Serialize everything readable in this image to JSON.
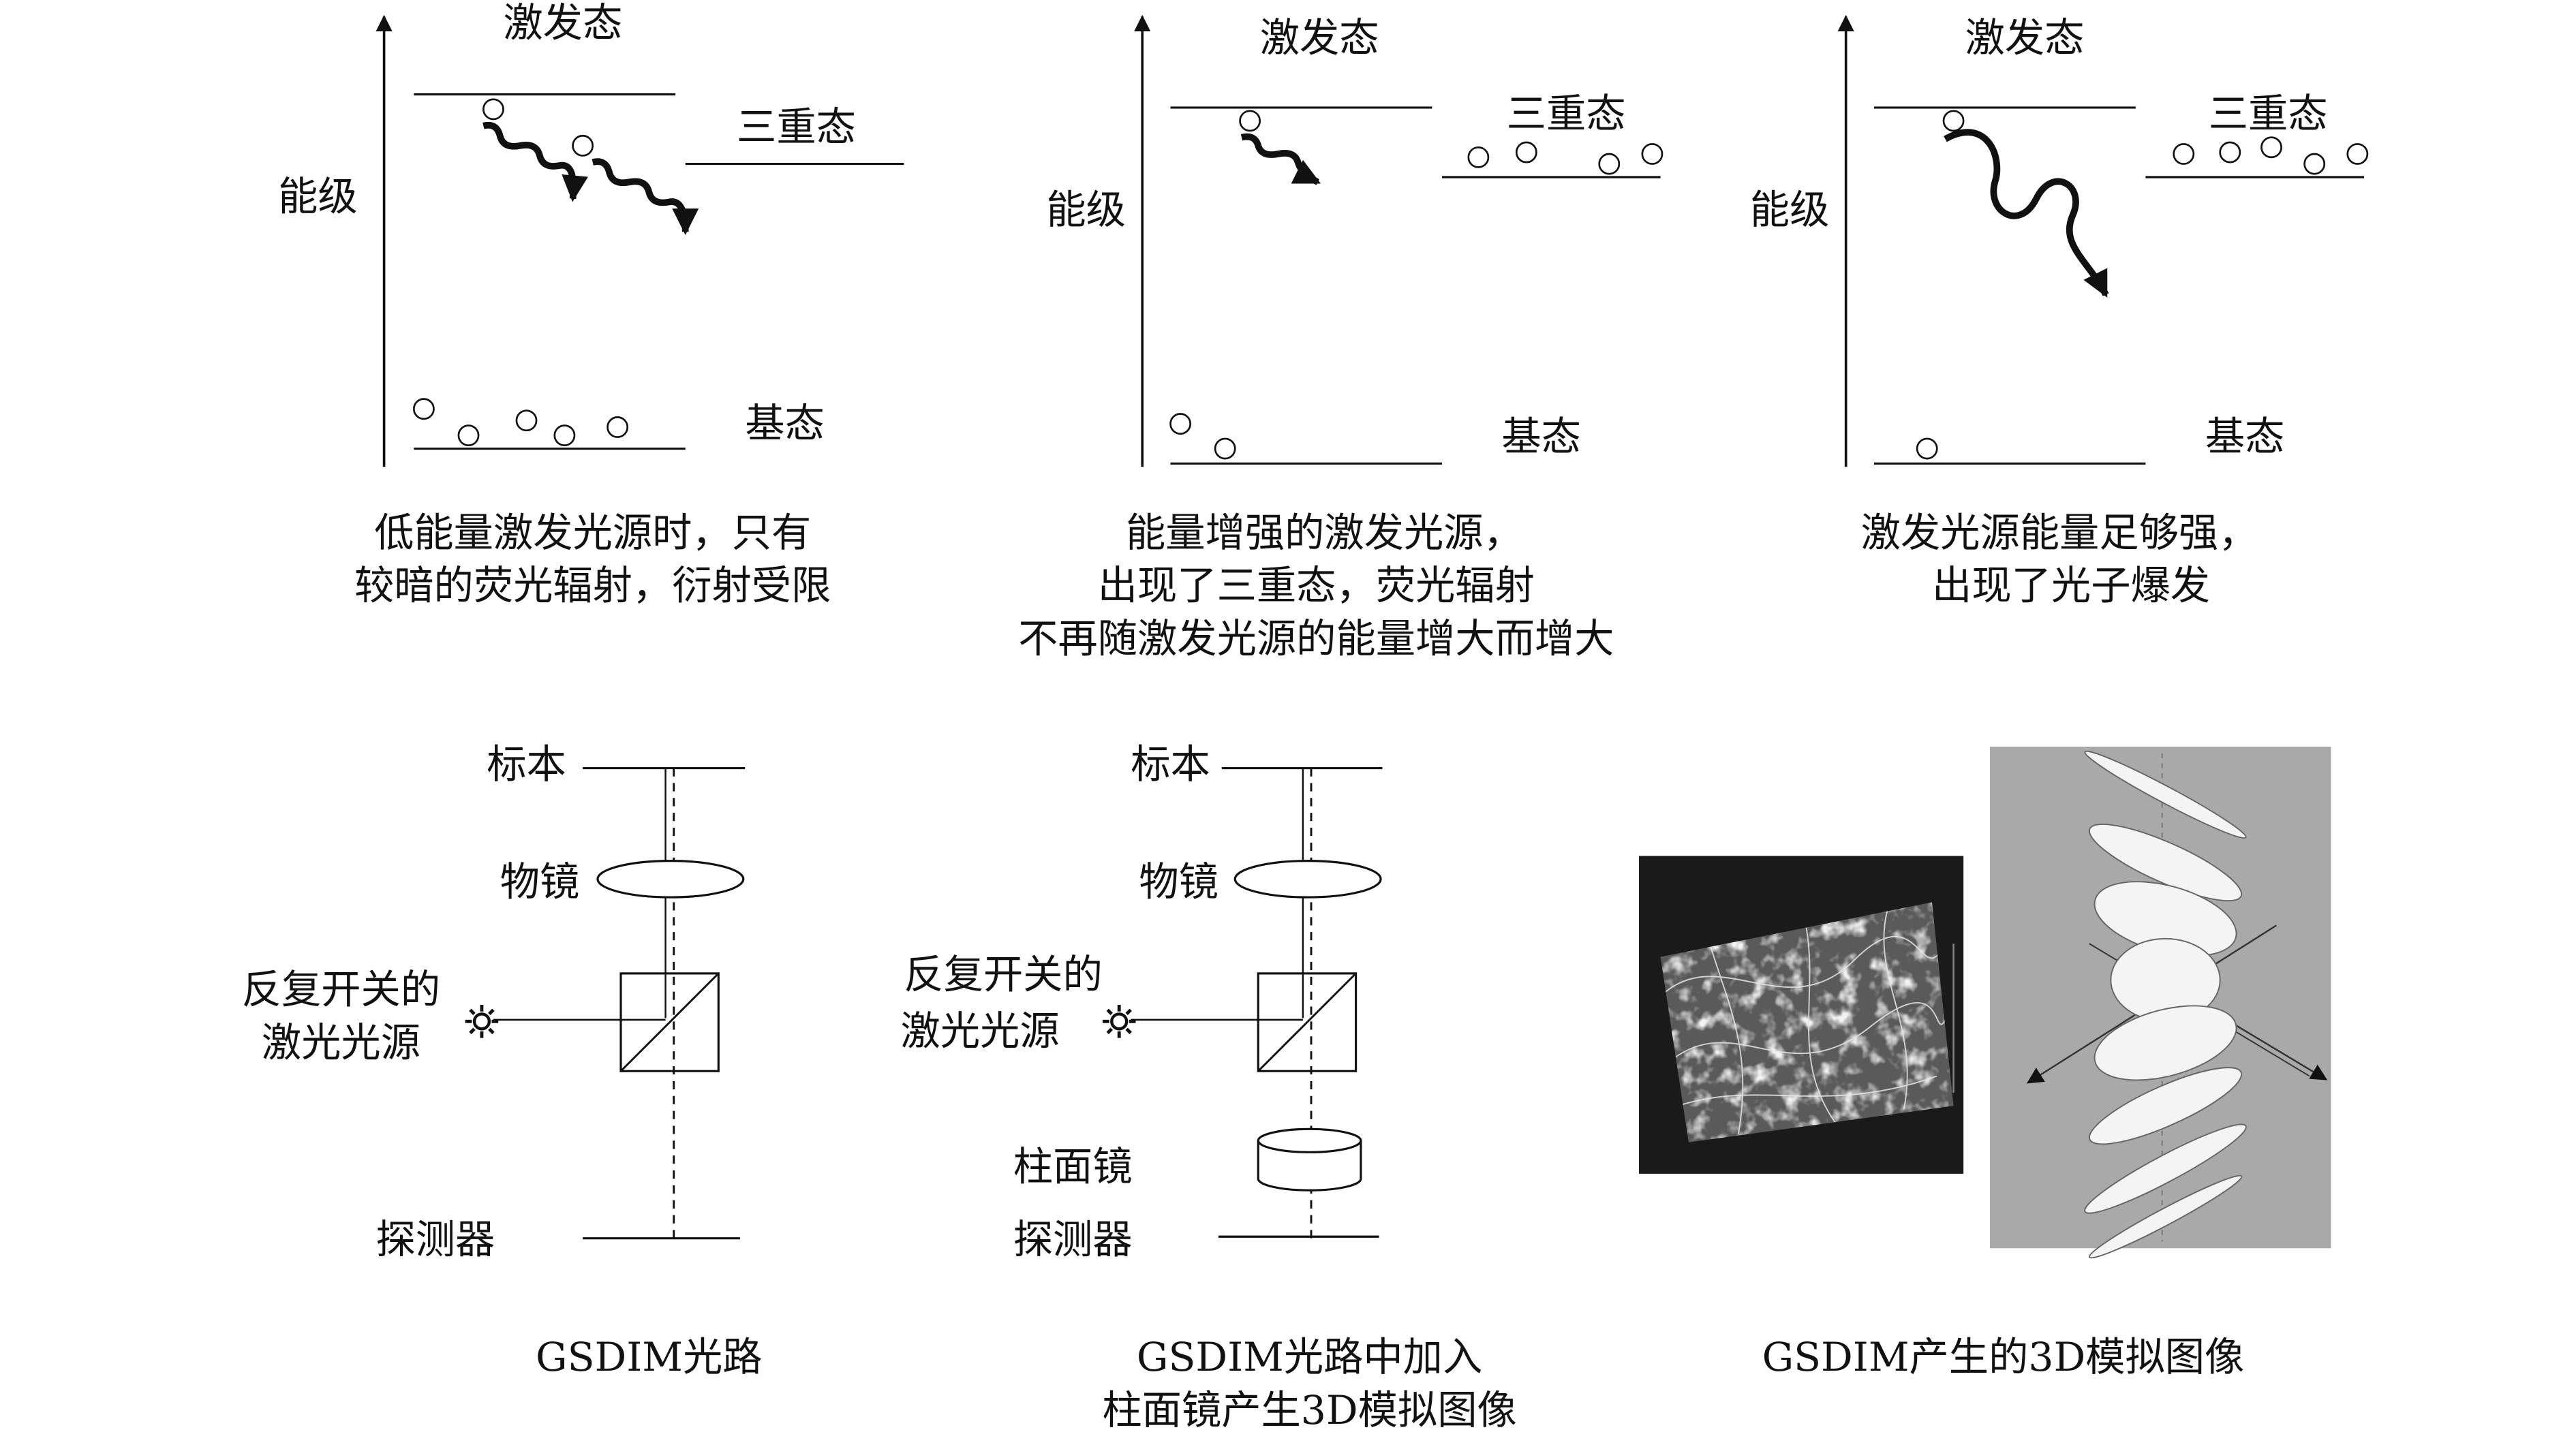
{
  "energy_panels": [
    {
      "excited": "激发态",
      "triplet": "三重态",
      "level": "能级",
      "ground": "基态",
      "caption": [
        "低能量激发光源时，只有",
        "较暗的荧光辐射，衍射受限"
      ]
    },
    {
      "excited": "激发态",
      "triplet": "三重态",
      "level": "能级",
      "ground": "基态",
      "caption": [
        "能量增强的激发光源，",
        "出现了三重态，荧光辐射",
        "不再随激发光源的能量增大而增大"
      ]
    },
    {
      "excited": "激发态",
      "triplet": "三重态",
      "level": "能级",
      "ground": "基态",
      "caption": [
        "激发光源能量足够强，",
        "出现了光子爆发"
      ]
    }
  ],
  "optics": [
    {
      "specimen": "标本",
      "objective": "物镜",
      "source": [
        "反复开关的",
        "激光光源"
      ],
      "detector": "探测器",
      "caption": [
        "GSDIM光路"
      ]
    },
    {
      "specimen": "标本",
      "objective": "物镜",
      "source": [
        "反复开关的",
        "激光光源"
      ],
      "cyl_lens": "柱面镜",
      "detector": "探测器",
      "caption": [
        "GSDIM光路中加入",
        "柱面镜产生3D模拟图像"
      ]
    }
  ],
  "image_caption": "GSDIM产生的3D模拟图像",
  "icons": [
    "star-light-source-icon",
    "beam-splitter-cube-icon",
    "lens-ellipse-icon",
    "wavy-arrow-icon"
  ],
  "colors": {
    "line": "#111111",
    "photo_dark": "#1a1a1a",
    "photo_gray": "#a9a9a9"
  }
}
